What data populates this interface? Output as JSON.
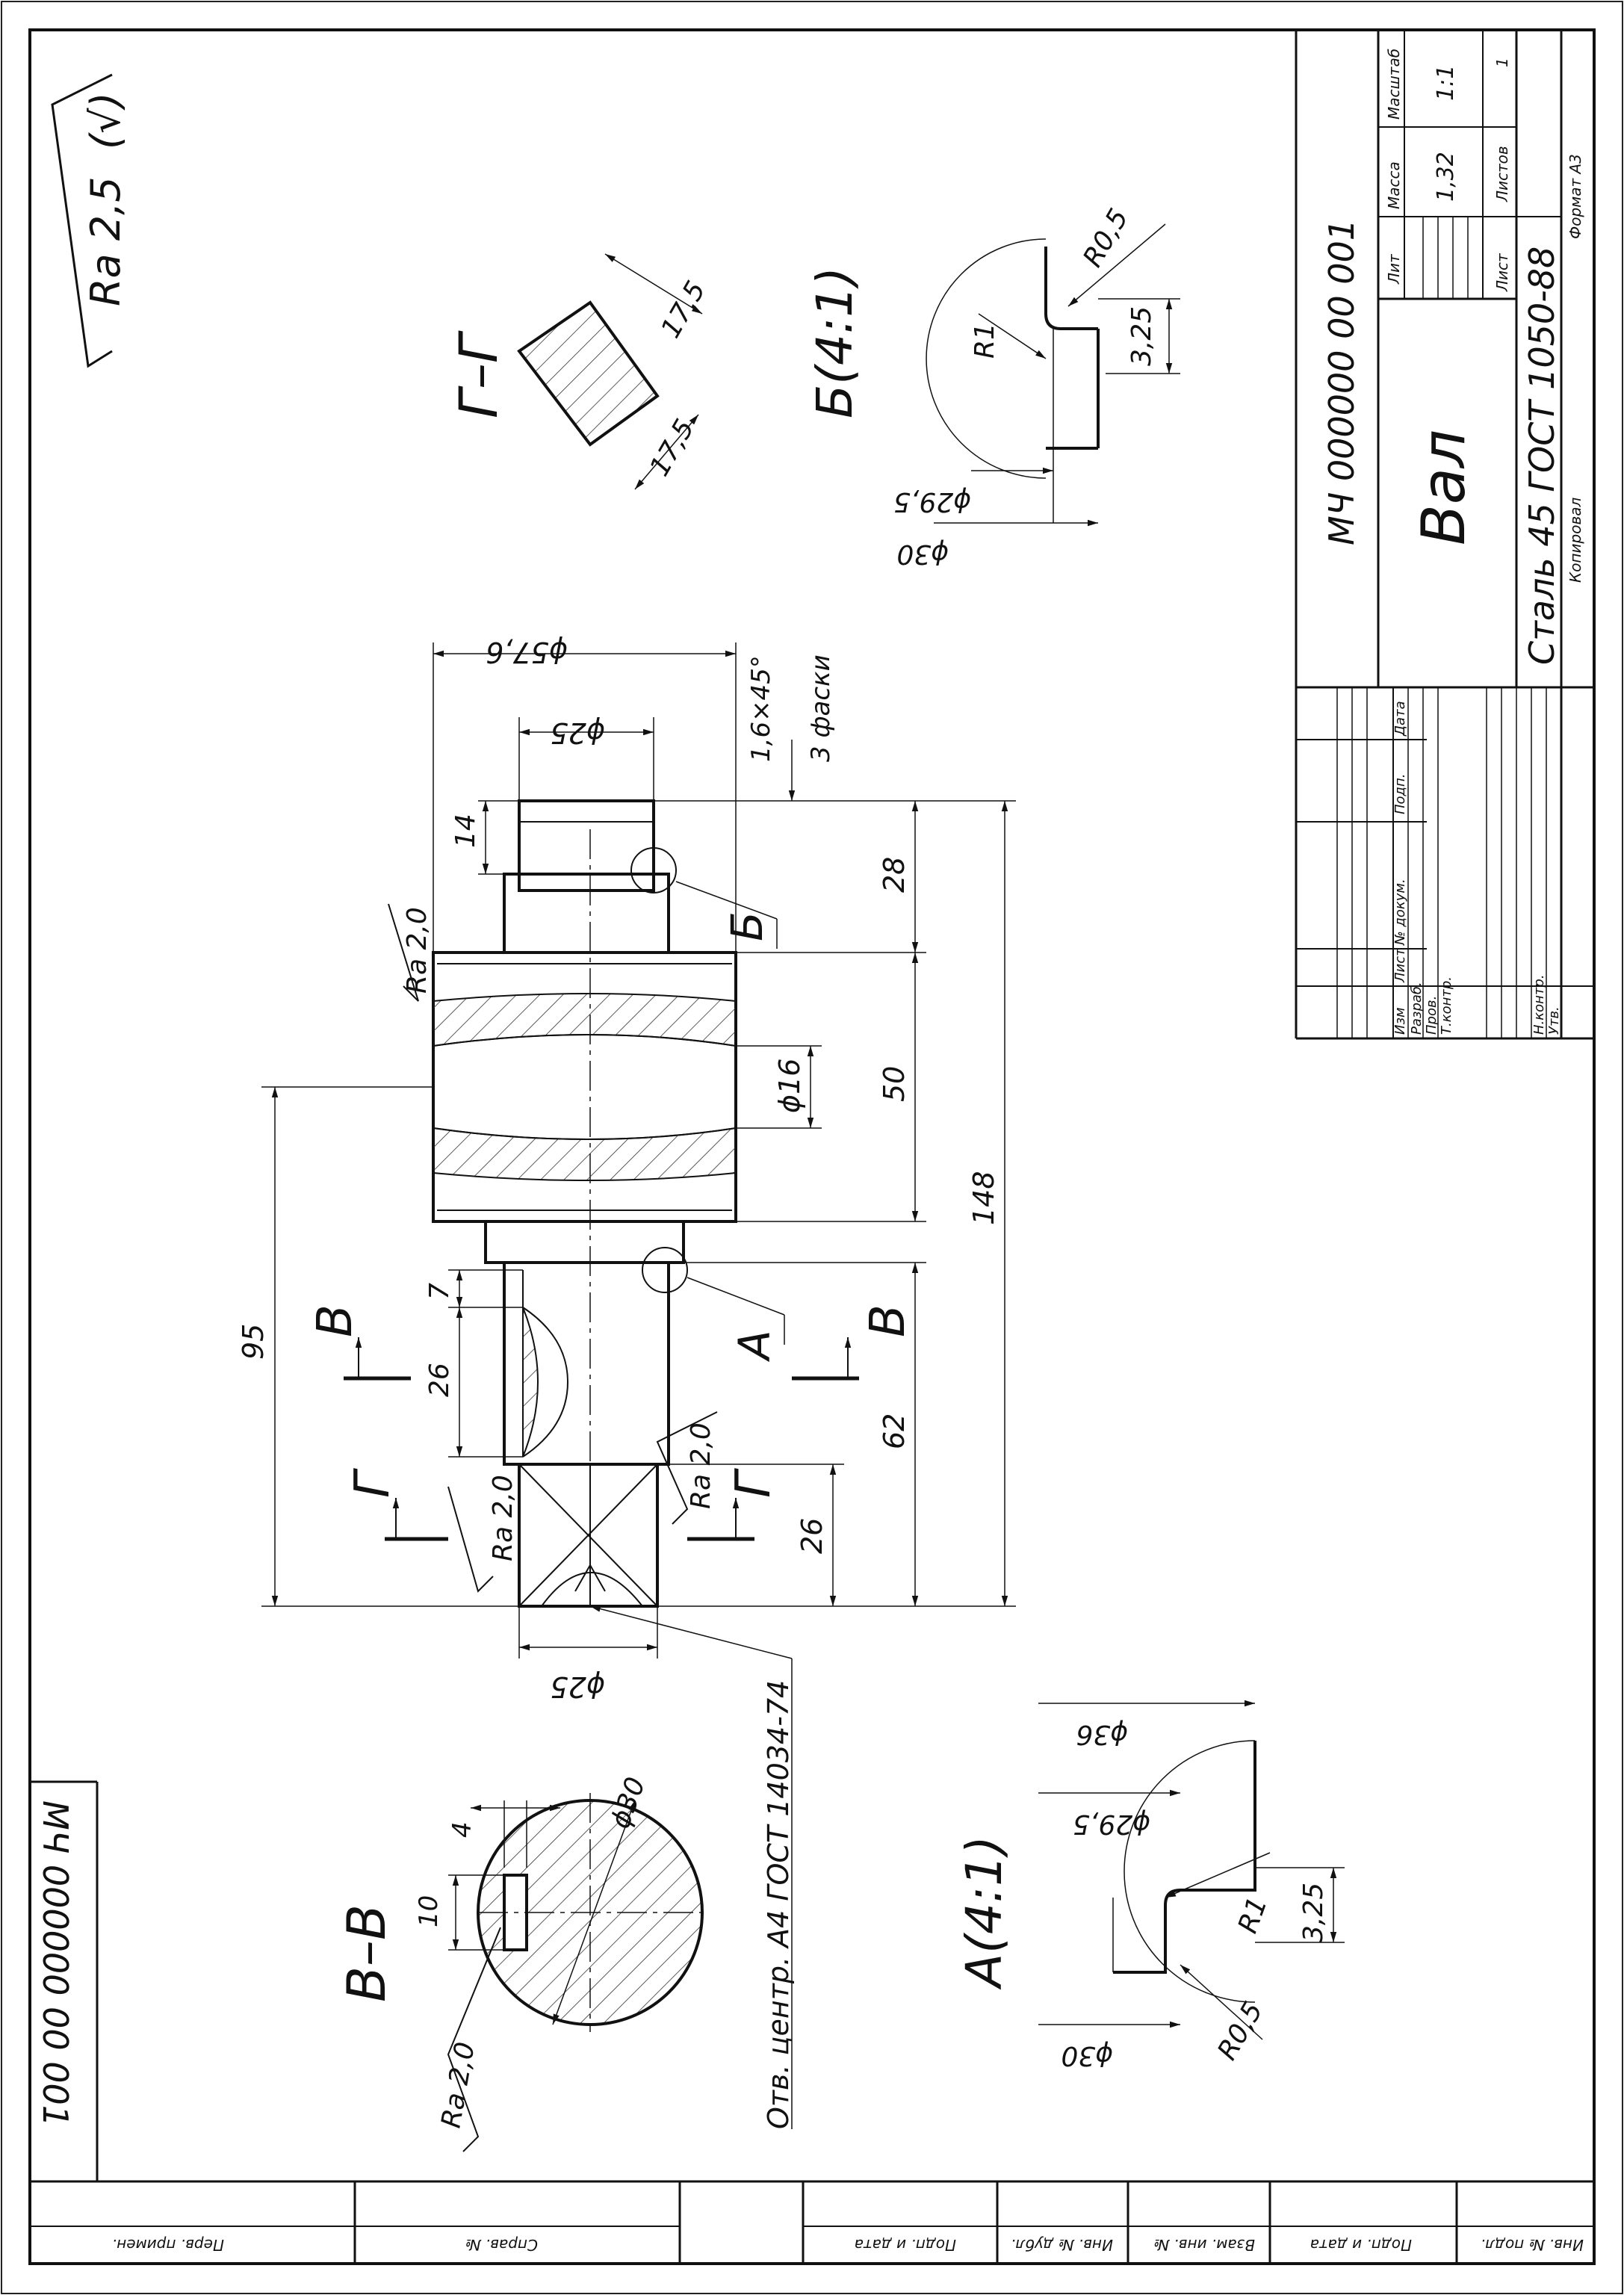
{
  "surface": {
    "label": "Ra 2,5",
    "general_sign": "(√)",
    "local": "Ra 2,0"
  },
  "dims": {
    "d57_6": "ϕ57,6",
    "d25_top": "ϕ25",
    "chamfer": "1,6×45°",
    "chamfer_note": "3 фаски",
    "d16": "ϕ16",
    "d25_bottom": "ϕ25",
    "l14": "14",
    "l28": "28",
    "l50": "50",
    "l148": "148",
    "l62": "62",
    "l26_right": "26",
    "l95": "95",
    "l7": "7",
    "l26_key": "26"
  },
  "markers": {
    "b": "Б",
    "a": "А",
    "v": "В",
    "g": "Г"
  },
  "center_hole": "Отв. центр. А4 ГОСТ 14034-74",
  "section_gg": {
    "title": "Г–Г",
    "d1": "17,5",
    "d2": "17,5"
  },
  "detail_b": {
    "title": "Б(4:1)",
    "r05": "R0,5",
    "r1": "R1",
    "d325": "3,25",
    "d295": "ϕ29,5",
    "d30": "ϕ30"
  },
  "detail_a": {
    "title": "А(4:1)",
    "d36": "ϕ36",
    "d295": "ϕ29,5",
    "r1": "R1",
    "d325": "3,25",
    "r05": "R0,5",
    "d30": "ϕ30"
  },
  "section_vv": {
    "title": "В–В",
    "d4": "4",
    "d30": "ϕ30",
    "d10": "10",
    "ra": "Ra 2,0"
  },
  "title_block": {
    "doc_number": "МЧ 000000 00 001",
    "part_name": "Вал",
    "material": "Сталь 45  ГОСТ 1050-88",
    "lit": "Лит",
    "mass": "Масса",
    "scale": "Масштаб",
    "mass_value": "1,32",
    "scale_value": "1:1",
    "sheet": "Лист",
    "sheets": "Листов",
    "sheets_value": "1",
    "izm": "Изм",
    "list": "Лист",
    "n_dokum": "№ докум.",
    "podp": "Подп.",
    "data": "Дата",
    "razrab": "Разраб.",
    "prov": "Пров.",
    "tkontr": "Т.контр.",
    "nkontr": "Н.контр.",
    "utv": "Утв.",
    "copied": "Копировал",
    "format": "Формат   А3"
  },
  "corner_number": "МЧ 000000 00 001",
  "side_fields": {
    "perv_primen": "Перв. примен.",
    "sprav_n": "Справ. №",
    "podp_data1": "Подп. и дата",
    "inv_dubl": "Инв. № дубл.",
    "vzam_inv": "Взам. инв. №",
    "podp_data2": "Подп. и дата",
    "inv_podl": "Инв. № подл."
  }
}
